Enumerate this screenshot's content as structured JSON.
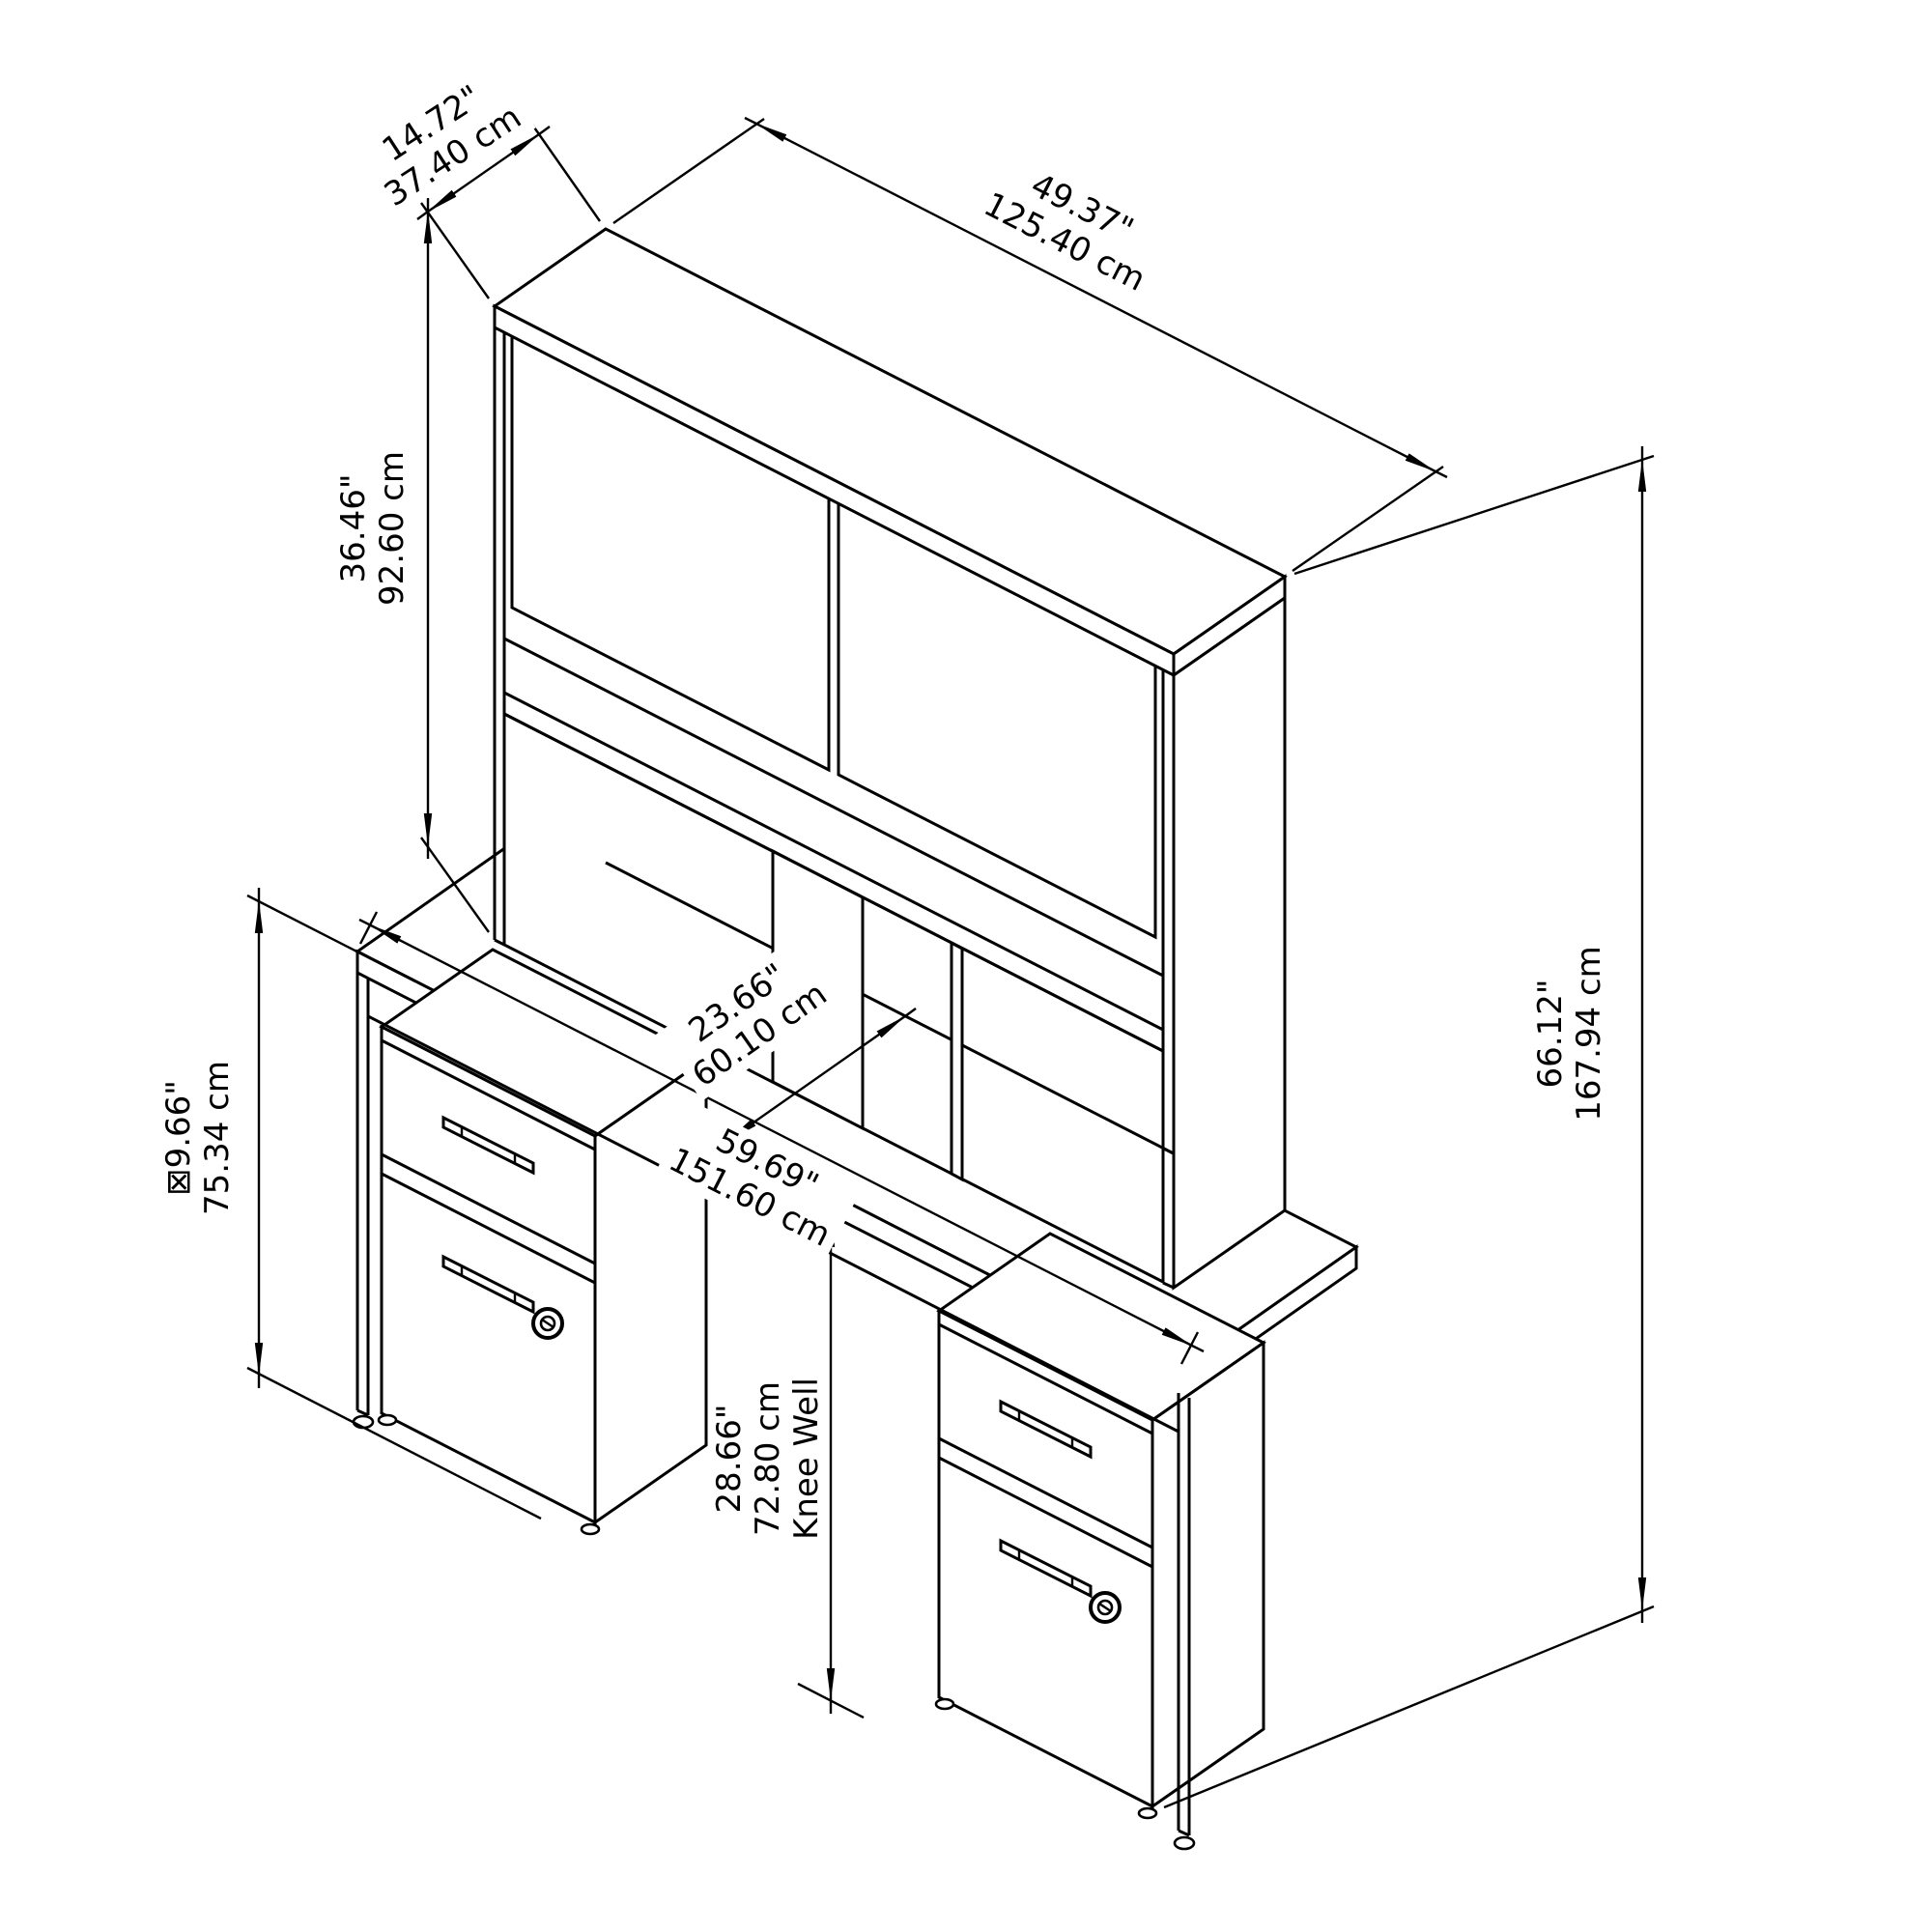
{
  "diagram": {
    "colors": {
      "line": "#000000",
      "background": "#ffffff"
    },
    "dimensions": {
      "hutch_depth": {
        "in": "14.72\"",
        "cm": "37.40 cm"
      },
      "hutch_width": {
        "in": "49.37\"",
        "cm": "125.40 cm"
      },
      "hutch_height": {
        "in": "36.46\"",
        "cm": "92.60 cm"
      },
      "desk_surface_height": {
        "in": "⊠9.66\"",
        "cm": "75.34 cm"
      },
      "desk_depth": {
        "in": "23.66\"",
        "cm": "60.10 cm"
      },
      "desk_width": {
        "in": "59.69\"",
        "cm": "151.60 cm"
      },
      "knee_well": {
        "in": "28.66\"",
        "cm": "72.80 cm",
        "label": "Knee Well"
      },
      "overall_height": {
        "in": "66.12\"",
        "cm": "167.94 cm"
      }
    }
  }
}
